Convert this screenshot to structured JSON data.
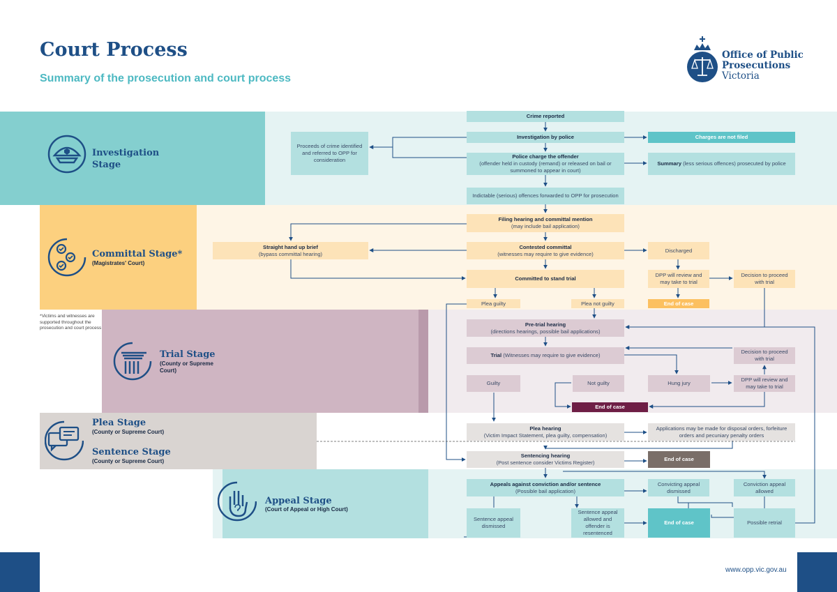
{
  "header": {
    "title": "Court Process",
    "subtitle": "Summary of the prosecution and court process"
  },
  "logo": {
    "line1": "Office of Public",
    "line2": "Prosecutions",
    "line3": "Victoria",
    "icon": "crown-scales-icon"
  },
  "stages": {
    "investigation": {
      "label": "Investigation Stage",
      "icon": "police-cap-icon"
    },
    "committal": {
      "label": "Committal Stage*",
      "sub": "(Magistrates' Court)",
      "icon": "checklist-icon"
    },
    "trial": {
      "label": "Trial Stage",
      "sub": "(County or Supreme Court)",
      "icon": "court-column-icon"
    },
    "plea": {
      "label": "Plea Stage",
      "sub": "(County or Supreme Court)",
      "icon": "speech-bubbles-icon"
    },
    "sentence": {
      "label": "Sentence Stage",
      "sub": "(County or Supreme Court)"
    },
    "appeal": {
      "label": "Appeal Stage",
      "sub": "(Court of Appeal or High Court)",
      "icon": "raised-hand-icon"
    }
  },
  "note": "*Victims and witnesses are supported throughout the prosecution and court process",
  "footer": {
    "url": "www.opp.vic.gov.au"
  },
  "colors": {
    "navy": "#1e4f86",
    "teal": "#5fc4c8",
    "teal_light": "#b3e0e0",
    "orange": "#fcd07f",
    "cream": "#fde3b8",
    "mauve": "#cfb5c2",
    "plum": "#6e1e45",
    "grey": "#d9d4d1",
    "taupe": "#7a6e68"
  },
  "nodes": {
    "crime_reported": {
      "title": "Crime reported"
    },
    "investigation": {
      "title": "Investigation by police"
    },
    "not_filed": {
      "title": "Charges are not filed"
    },
    "proceeds": {
      "text": "Proceeds of crime identified and referred to OPP for consideration"
    },
    "charge": {
      "title": "Police charge the offender",
      "text": "(offender held in custody (remand) or released on bail or summoned to appear in court)"
    },
    "summary": {
      "title": "Summary",
      "text": "(less serious offences) prosecuted by police"
    },
    "indictable": {
      "text": "Indictable (serious) offences forwarded to OPP for prosecution"
    },
    "filing": {
      "title": "Filing hearing and committal mention",
      "text": "(may include bail application)"
    },
    "straight": {
      "title": "Straight hand up brief",
      "text": "(bypass committal hearing)"
    },
    "contested": {
      "title": "Contested committal",
      "text": "(witnesses may require to give evidence)"
    },
    "discharged": {
      "text": "Discharged"
    },
    "committed": {
      "title": "Committed to stand trial"
    },
    "dpp_review_1": {
      "text": "DPP will review and may take to trial"
    },
    "decision_1": {
      "text": "Decision to proceed with trial"
    },
    "plea_guilty": {
      "text": "Plea guilty"
    },
    "plea_not_guilty": {
      "text": "Plea not guilty"
    },
    "end_case_1": {
      "title": "End of case"
    },
    "pretrial": {
      "title": "Pre-trial hearing",
      "text": "(directions hearings, possible bail applications)"
    },
    "trial": {
      "title": "Trial",
      "text": "(Witnesses may require to give evidence)"
    },
    "decision_2": {
      "text": "Decision to proceed with trial"
    },
    "guilty": {
      "text": "Guilty"
    },
    "not_guilty": {
      "text": "Not guilty"
    },
    "hung_jury": {
      "text": "Hung jury"
    },
    "dpp_review_2": {
      "text": "DPP will review and may take to trial"
    },
    "end_case_2": {
      "title": "End of case"
    },
    "plea_hearing": {
      "title": "Plea hearing",
      "text": "(Victim Impact Statement, plea guilty, compensation)"
    },
    "applications": {
      "text": "Applications may be made for disposal orders, forfeiture orders and pecuniary penalty orders"
    },
    "sentencing": {
      "title": "Sentencing hearing",
      "text": "(Post sentence consider Victims Register)"
    },
    "end_case_3": {
      "title": "End of case"
    },
    "appeals": {
      "title": "Appeals against conviction and/or sentence",
      "text": "(Possible bail application)"
    },
    "conv_dismissed": {
      "text": "Convicting appeal dismissed"
    },
    "conv_allowed": {
      "text": "Conviction appeal allowed"
    },
    "sent_dismissed": {
      "text": "Sentence appeal dismissed"
    },
    "sent_allowed": {
      "text": "Sentence appeal allowed and offender is resentenced"
    },
    "end_case_4": {
      "title": "End of case"
    },
    "retrial": {
      "text": "Possible retrial"
    }
  }
}
